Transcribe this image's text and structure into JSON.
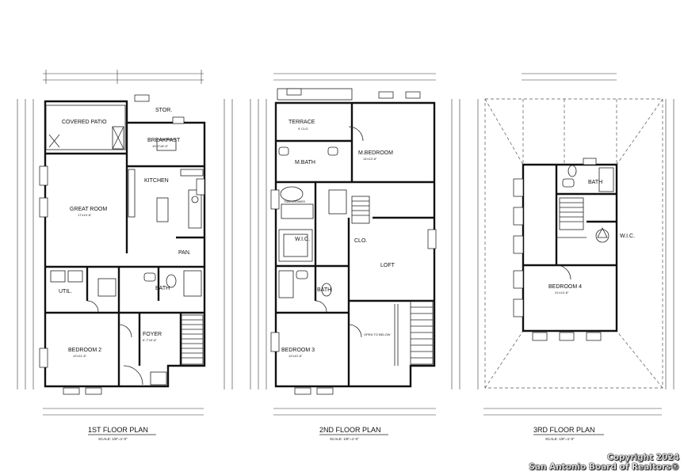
{
  "plans": [
    {
      "caption": "1ST FLOOR PLAN",
      "scale": "SCALE: 1/8\"=1'-0\"",
      "rooms": [
        {
          "name": "COVERED PATIO"
        },
        {
          "name": "STOR."
        },
        {
          "name": "BREAKFAST",
          "dim": "10'-0\"x8'-5\""
        },
        {
          "name": "KITCHEN"
        },
        {
          "name": "GREAT ROOM",
          "dim": "17'x19'-8\""
        },
        {
          "name": "PAN."
        },
        {
          "name": "UTIL."
        },
        {
          "name": "BATH"
        },
        {
          "name": "BEDROOM 2",
          "dim": "12'x11'-6\""
        },
        {
          "name": "FOYER",
          "dim": "6'-7\"x9'-8\""
        }
      ]
    },
    {
      "caption": "2ND FLOOR PLAN",
      "scale": "SCALE: 1/8\"=1'-0\"",
      "rooms": [
        {
          "name": "TERRACE",
          "dim": "9' CLG."
        },
        {
          "name": "M.BEDROOM",
          "dim": "14'x13'-8\""
        },
        {
          "name": "M.BATH"
        },
        {
          "name": "TUB/SHOWER"
        },
        {
          "name": "W.I.C."
        },
        {
          "name": "CLO."
        },
        {
          "name": "LOFT"
        },
        {
          "name": "BATH"
        },
        {
          "name": "BEDROOM 3",
          "dim": "12'x10'-8\""
        },
        {
          "name": "OPEN TO BELOW"
        }
      ]
    },
    {
      "caption": "3RD FLOOR PLAN",
      "scale": "SCALE: 1/8\"=1'-0\"",
      "rooms": [
        {
          "name": "BATH"
        },
        {
          "name": "W.I.C."
        },
        {
          "name": "BEDROOM 4",
          "dim": "21'x14'-8\""
        }
      ]
    }
  ],
  "copyright": {
    "line1": "Copyright 2024",
    "line2": "San Antonio Board of Realtors®"
  }
}
